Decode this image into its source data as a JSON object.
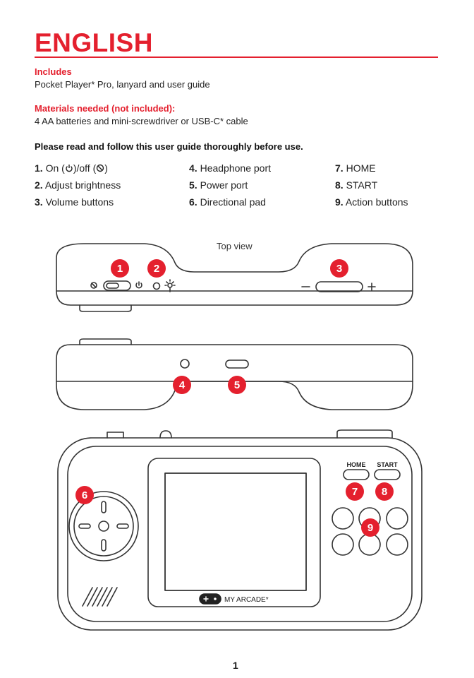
{
  "heading": "ENGLISH",
  "includes": {
    "label": "Includes",
    "text": "Pocket Player* Pro, lanyard and user guide"
  },
  "materials": {
    "label": "Materials needed (not included):",
    "text": "4 AA batteries and mini-screwdriver or USB-C* cable"
  },
  "instruction": "Please read and follow this user guide thoroughly before use.",
  "parts": [
    {
      "num": "1.",
      "label_a": "On (",
      "label_b": ")/off (",
      "label_c": ")"
    },
    {
      "num": "2.",
      "label": "Adjust brightness"
    },
    {
      "num": "3.",
      "label": "Volume buttons"
    },
    {
      "num": "4.",
      "label": "Headphone port"
    },
    {
      "num": "5.",
      "label": "Power port"
    },
    {
      "num": "6.",
      "label": "Directional pad"
    },
    {
      "num": "7.",
      "label": "HOME"
    },
    {
      "num": "8.",
      "label": "START"
    },
    {
      "num": "9.",
      "label": "Action buttons"
    }
  ],
  "diagram": {
    "top_view_label": "Top view",
    "callouts": [
      "1",
      "2",
      "3",
      "4",
      "5",
      "6",
      "7",
      "8",
      "9"
    ],
    "home_label": "HOME",
    "start_label": "START",
    "brand": "MY ARCADE*",
    "minus": "−",
    "plus": "+"
  },
  "page_number": "1",
  "colors": {
    "accent": "#e4202e",
    "line": "#333333"
  }
}
